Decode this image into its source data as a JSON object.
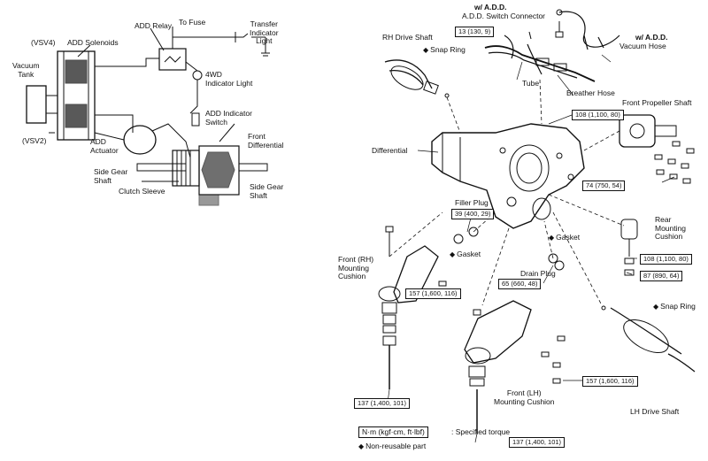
{
  "schematic": {
    "transfer_indicator_light": "Transfer\nIndicator\nLight",
    "to_fuse": "To Fuse",
    "add_relay": "ADD Relay",
    "vsv4": "(VSV4)",
    "add_solenoids": "ADD Solenoids",
    "vacuum_tank": "Vacuum\nTank",
    "indicator_4wd": "4WD\nIndicator Light",
    "add_indicator_switch": "ADD Indicator\nSwitch",
    "vsv2": "(VSV2)",
    "add_actuator": "ADD\nActuator",
    "front_differential": "Front\nDifferential",
    "side_gear_shaft_left": "Side Gear\nShaft",
    "clutch_sleeve": "Clutch Sleeve",
    "side_gear_shaft_right": "Side Gear\nShaft"
  },
  "exploded": {
    "w_add_1": "w/ A.D.D.",
    "add_switch_connector": "A.D.D. Switch Connector",
    "w_add_2": "w/ A.D.D.",
    "vacuum_hose": "Vacuum Hose",
    "rh_drive_shaft": "RH Drive Shaft",
    "snap_ring_1": "Snap Ring",
    "tube": "Tube",
    "breather_hose": "Breather Hose",
    "front_propeller_shaft": "Front Propeller Shaft",
    "differential": "Differential",
    "filler_plug": "Filler Plug",
    "gasket_1": "Gasket",
    "gasket_2": "Gasket",
    "rear_mounting_cushion": "Rear\nMounting\nCushion",
    "front_rh_mounting_cushion": "Front (RH)\nMounting\nCushion",
    "drain_plug": "Drain Plug",
    "snap_ring_2": "Snap Ring",
    "front_lh_mounting_cushion": "Front (LH)\nMounting Cushion",
    "lh_drive_shaft": "LH Drive Shaft"
  },
  "torques": {
    "t13": "13 (130, 9)",
    "t108a": "108 (1,100, 80)",
    "t74": "74 (750, 54)",
    "t39": "39 (400, 29)",
    "t108b": "108 (1,100, 80)",
    "t87": "87 (890, 64)",
    "t65": "65 (660, 48)",
    "t157a": "157 (1,600, 116)",
    "t157b": "157 (1,600, 116)",
    "t137a": "137 (1,400, 101)",
    "t137b": "137 (1,400, 101)"
  },
  "legend": {
    "unit_box": "N·m (kgf·cm, ft·lbf)",
    "specified_torque": ": Specified torque",
    "non_reusable": "Non-reusable part"
  }
}
